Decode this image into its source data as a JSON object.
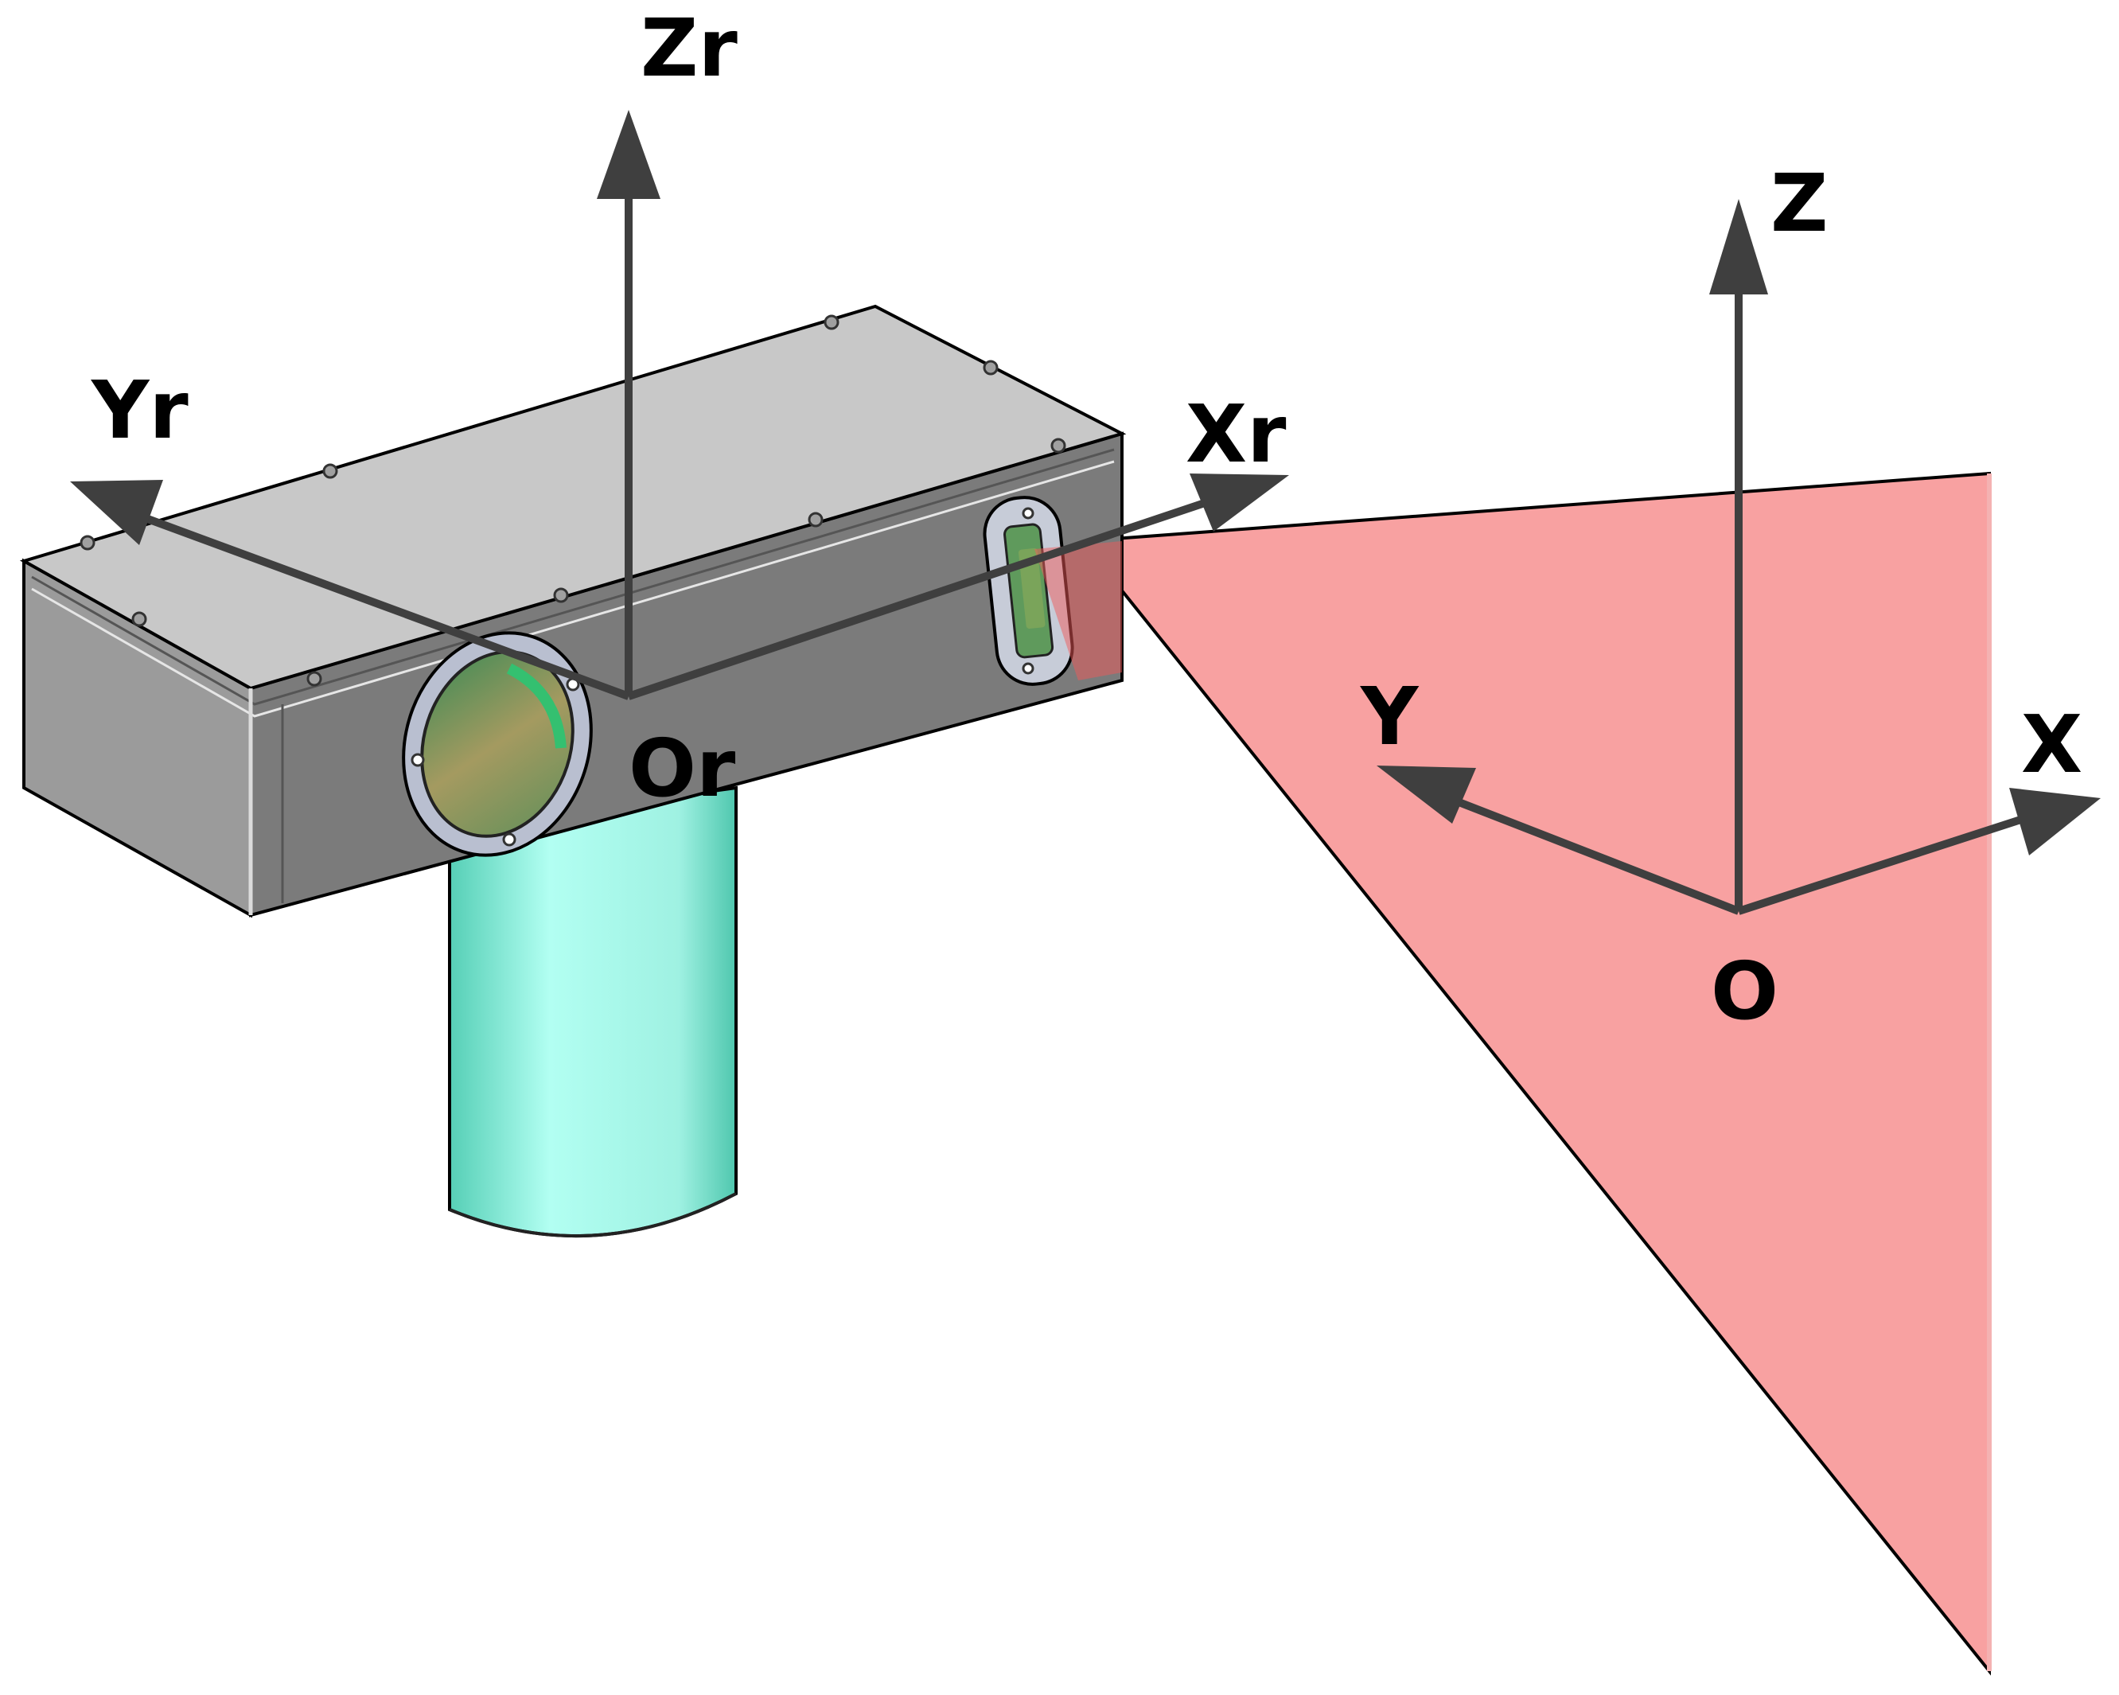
{
  "labels": {
    "zr": "Zr",
    "yr": "Yr",
    "xr": "Xr",
    "or": "Or",
    "z": "Z",
    "y": "Y",
    "x": "X",
    "o": "O"
  },
  "colors": {
    "laser_plane": "#f8a1a1",
    "axis": "#3f3f3f",
    "housing_top": "#c6c6c6",
    "housing_front": "#7a7a7a",
    "housing_side": "#9a9a9a",
    "cylinder": "#a6f6ea",
    "lens_glass": "#b6a770"
  }
}
